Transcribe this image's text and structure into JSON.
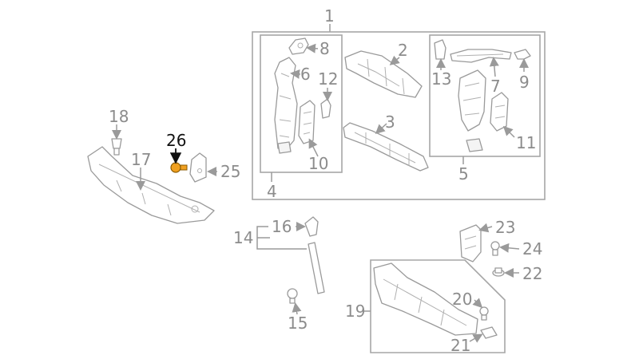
{
  "diagram": {
    "highlight_color": "#f0a020",
    "labels": {
      "p1": "1",
      "p2": "2",
      "p3": "3",
      "p4": "4",
      "p5": "5",
      "p6": "6",
      "p7": "7",
      "p8": "8",
      "p9": "9",
      "p10": "10",
      "p11": "11",
      "p12": "12",
      "p13": "13",
      "p14": "14",
      "p15": "15",
      "p16": "16",
      "p17": "17",
      "p18": "18",
      "p19": "19",
      "p20": "20",
      "p21": "21",
      "p22": "22",
      "p23": "23",
      "p24": "24",
      "p25": "25",
      "p26": "26"
    },
    "highlighted_part": "26"
  }
}
